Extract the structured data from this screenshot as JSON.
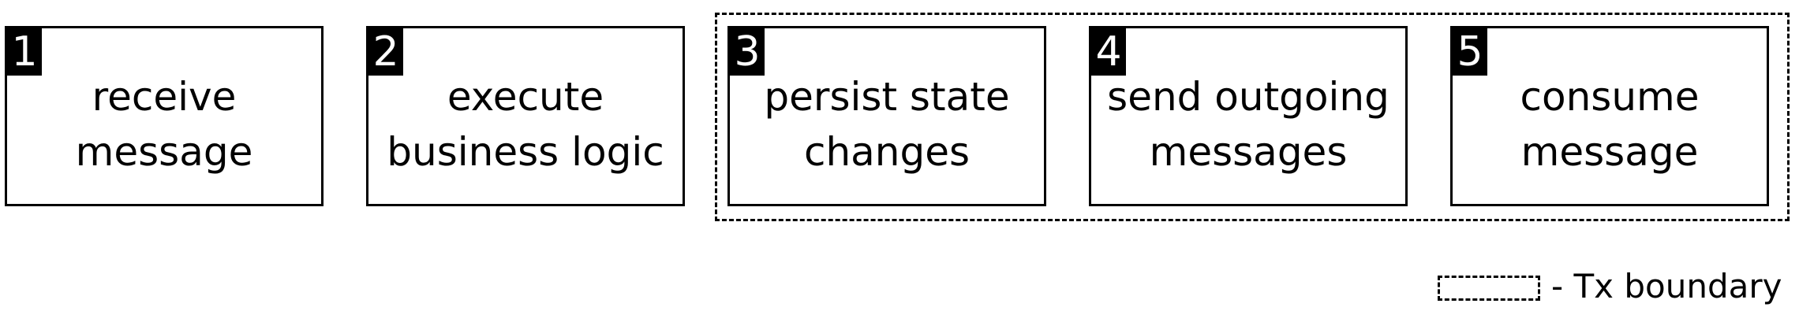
{
  "steps": [
    {
      "number": "1",
      "label": "receive\nmessage"
    },
    {
      "number": "2",
      "label": "execute\nbusiness logic"
    },
    {
      "number": "3",
      "label": "persist state\nchanges"
    },
    {
      "number": "4",
      "label": "send outgoing\nmessages"
    },
    {
      "number": "5",
      "label": "consume\nmessage"
    }
  ],
  "legend": {
    "label": "- Tx boundary"
  }
}
